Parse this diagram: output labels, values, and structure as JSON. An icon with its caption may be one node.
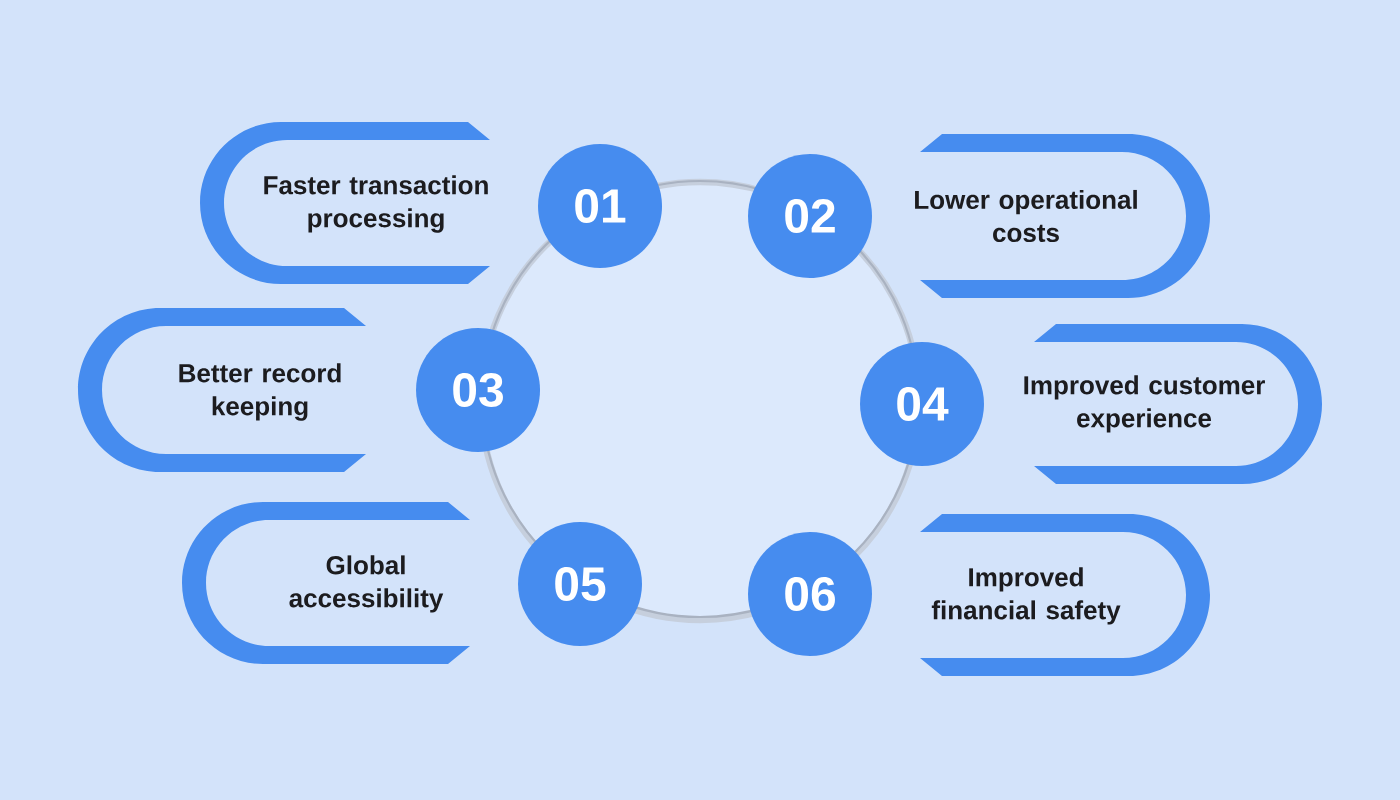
{
  "diagram": {
    "nodes": [
      {
        "text": [
          "Faster transaction processing"
        ]
      },
      {
        "text": [
          "01"
        ]
      },
      {
        "text": [
          "02"
        ]
      },
      {
        "text": [
          "Lower operational costs"
        ]
      },
      {
        "text": [
          "Better record keeping"
        ]
      },
      {
        "text": [
          "03"
        ]
      },
      {
        "text": [
          "04"
        ]
      },
      {
        "text": [
          "Improved customer experience"
        ]
      },
      {
        "text": [
          "Global accessibility"
        ]
      },
      {
        "text": [
          "05"
        ]
      },
      {
        "text": [
          "06"
        ]
      },
      {
        "text": [
          "Improved financial safety"
        ]
      }
    ]
  }
}
